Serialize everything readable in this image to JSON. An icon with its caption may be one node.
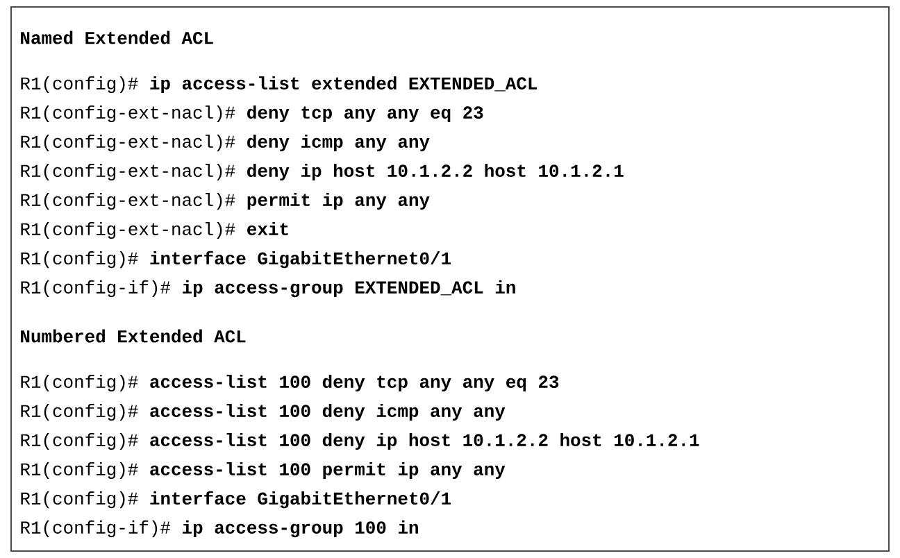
{
  "diagram": {
    "labels": [
      "Named Extended ACL",
      "R1(config)# **ip access-list extended EXTENDED_ACL**",
      "R1(config-ext-nacl)# **deny tcp any any eq 23**",
      "R1(config-ext-nacl)# **deny icmp any any**",
      "R1(config-ext-nacl)# **deny ip host 10.1.2.2 host 10.1.2.1**",
      "R1(config-ext-nacl)# **permit ip any any**",
      "R1(config-ext-nacl)# **exit**",
      "R1(config)# **interface GigabitEthernet0/1**",
      "R1(config-if)# **ip access-group EXTENDED_ACL in**",
      "Numbered Extended ACL",
      "R1(config)# **access-list 100 deny tcp any any eq 23**",
      "R1(config)# **access-list 100 deny icmp any any**",
      "R1(config)# **access-list 100 deny ip host 10.1.2.2 host 10.1.2.1**",
      "R1(config)# **access-list 100 permit ip any any**",
      "R1(config)# **interface GigabitEthernet0/1**",
      "R1(config-if)# **ip access-group 100 in**"
    ]
  }
}
